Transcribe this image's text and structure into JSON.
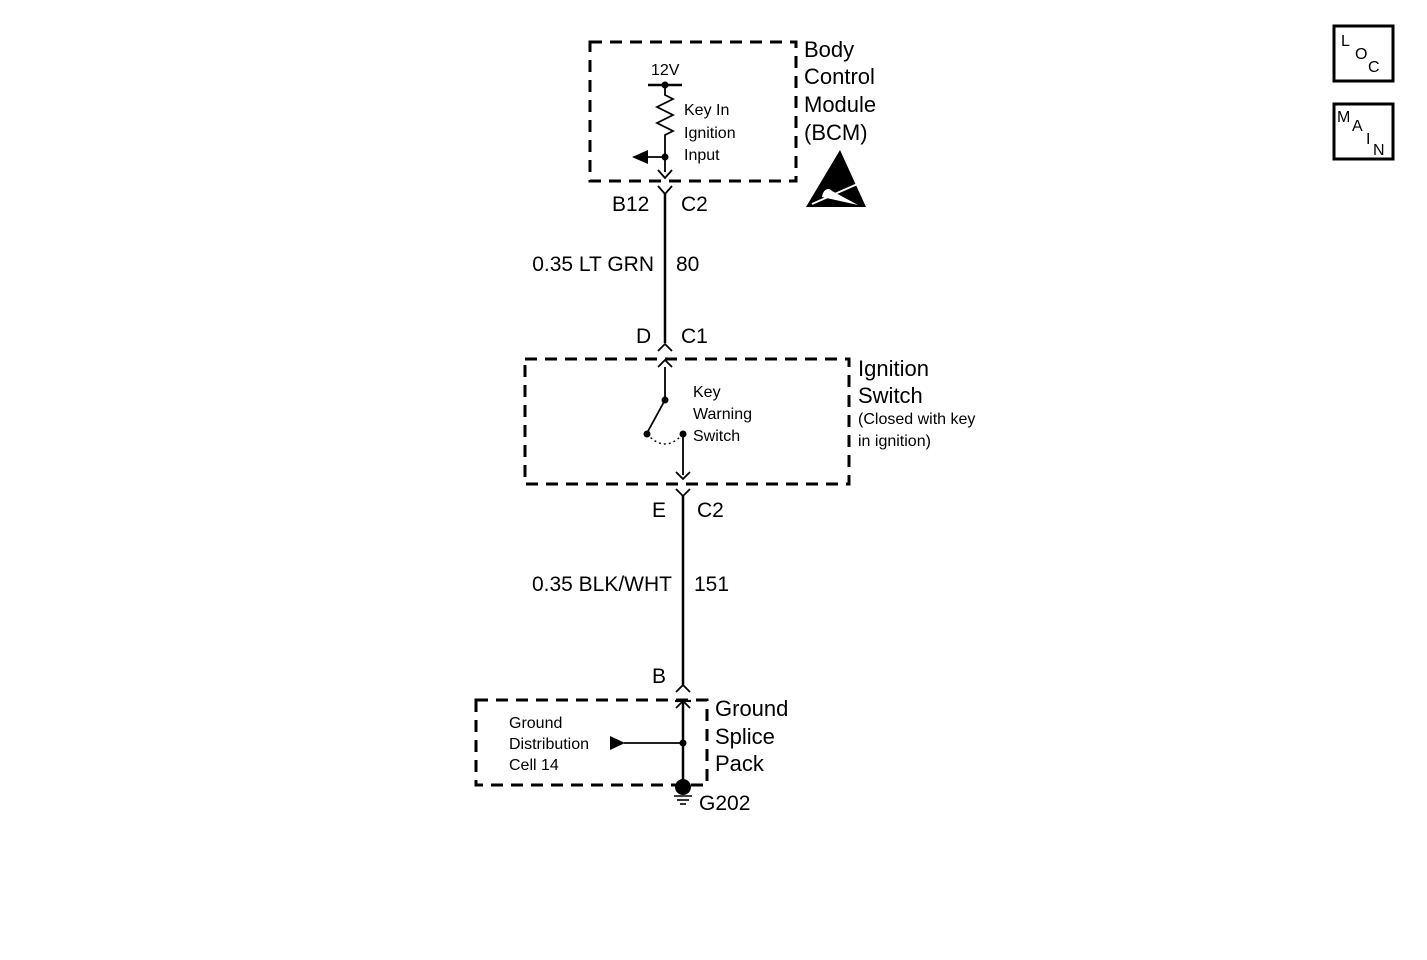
{
  "bcm": {
    "name_lines": [
      "Body",
      "Control",
      "Module",
      "(BCM)"
    ],
    "voltage": "12V",
    "input_lines": [
      "Key In",
      "Ignition",
      "Input"
    ],
    "pin": "B12",
    "connector": "C2"
  },
  "wire_upper": {
    "gauge_color": "0.35 LT GRN",
    "circuit": "80"
  },
  "ignition_switch": {
    "pin_top": "D",
    "connector_top": "C1",
    "name_lines": [
      "Ignition",
      "Switch"
    ],
    "note_lines": [
      "(Closed with key",
      "in ignition)"
    ],
    "switch_lines": [
      "Key",
      "Warning",
      "Switch"
    ],
    "pin_bottom": "E",
    "connector_bottom": "C2"
  },
  "wire_lower": {
    "gauge_color": "0.35 BLK/WHT",
    "circuit": "151"
  },
  "ground_splice": {
    "pin": "B",
    "name_lines": [
      "Ground",
      "Splice",
      "Pack"
    ],
    "ref_lines": [
      "Ground",
      "Distribution",
      "Cell 14"
    ],
    "ground": "G202"
  },
  "nav": {
    "loc": [
      "L",
      "O",
      "C"
    ],
    "main": [
      "M",
      "A",
      "I",
      "N"
    ]
  }
}
